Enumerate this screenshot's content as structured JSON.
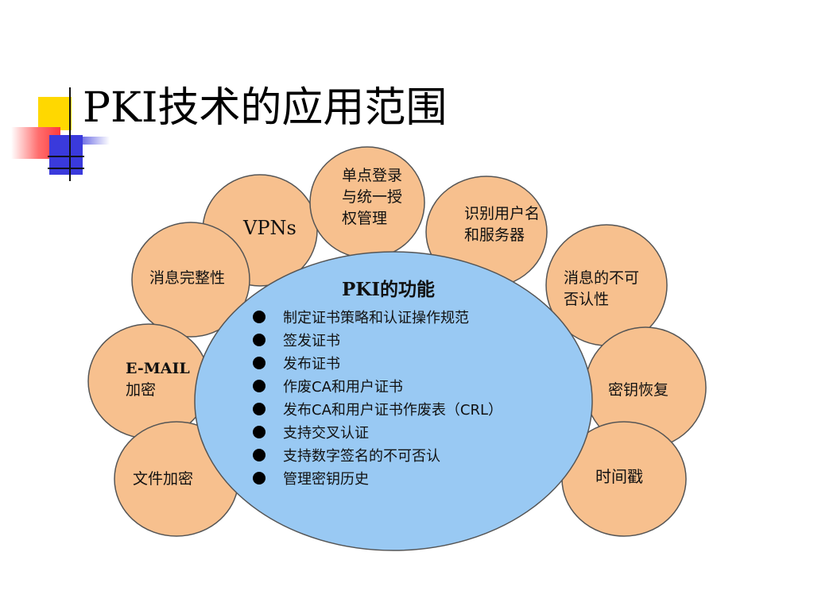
{
  "slide": {
    "title": "PKI技术的应用范围"
  },
  "diagram": {
    "colors": {
      "outer_fill": "#f7c08e",
      "outer_stroke": "#555555",
      "center_fill": "#99c9f3",
      "center_stroke": "#555555"
    },
    "center": {
      "title": "PKI的功能",
      "functions": [
        "制定证书策略和认证操作规范",
        "签发证书",
        "发布证书",
        "作废CA和用户证书",
        "发布CA和用户证书作废表（CRL）",
        "支持交叉认证",
        "支持数字签名的不可否认",
        "管理密钥历史"
      ]
    },
    "applications": {
      "vpns": "VPNs",
      "single_sign_on": [
        "单点登录",
        "与统一授",
        "权管理"
      ],
      "identify_user": [
        "识别用户名",
        "和服务器"
      ],
      "message_integrity": "消息完整性",
      "non_repudiation": [
        "消息的不可",
        "否认性"
      ],
      "email_encryption": [
        "E-MAIL",
        "加密"
      ],
      "key_recovery": "密钥恢复",
      "file_encryption": "文件加密",
      "timestamp": "时间戳"
    }
  }
}
